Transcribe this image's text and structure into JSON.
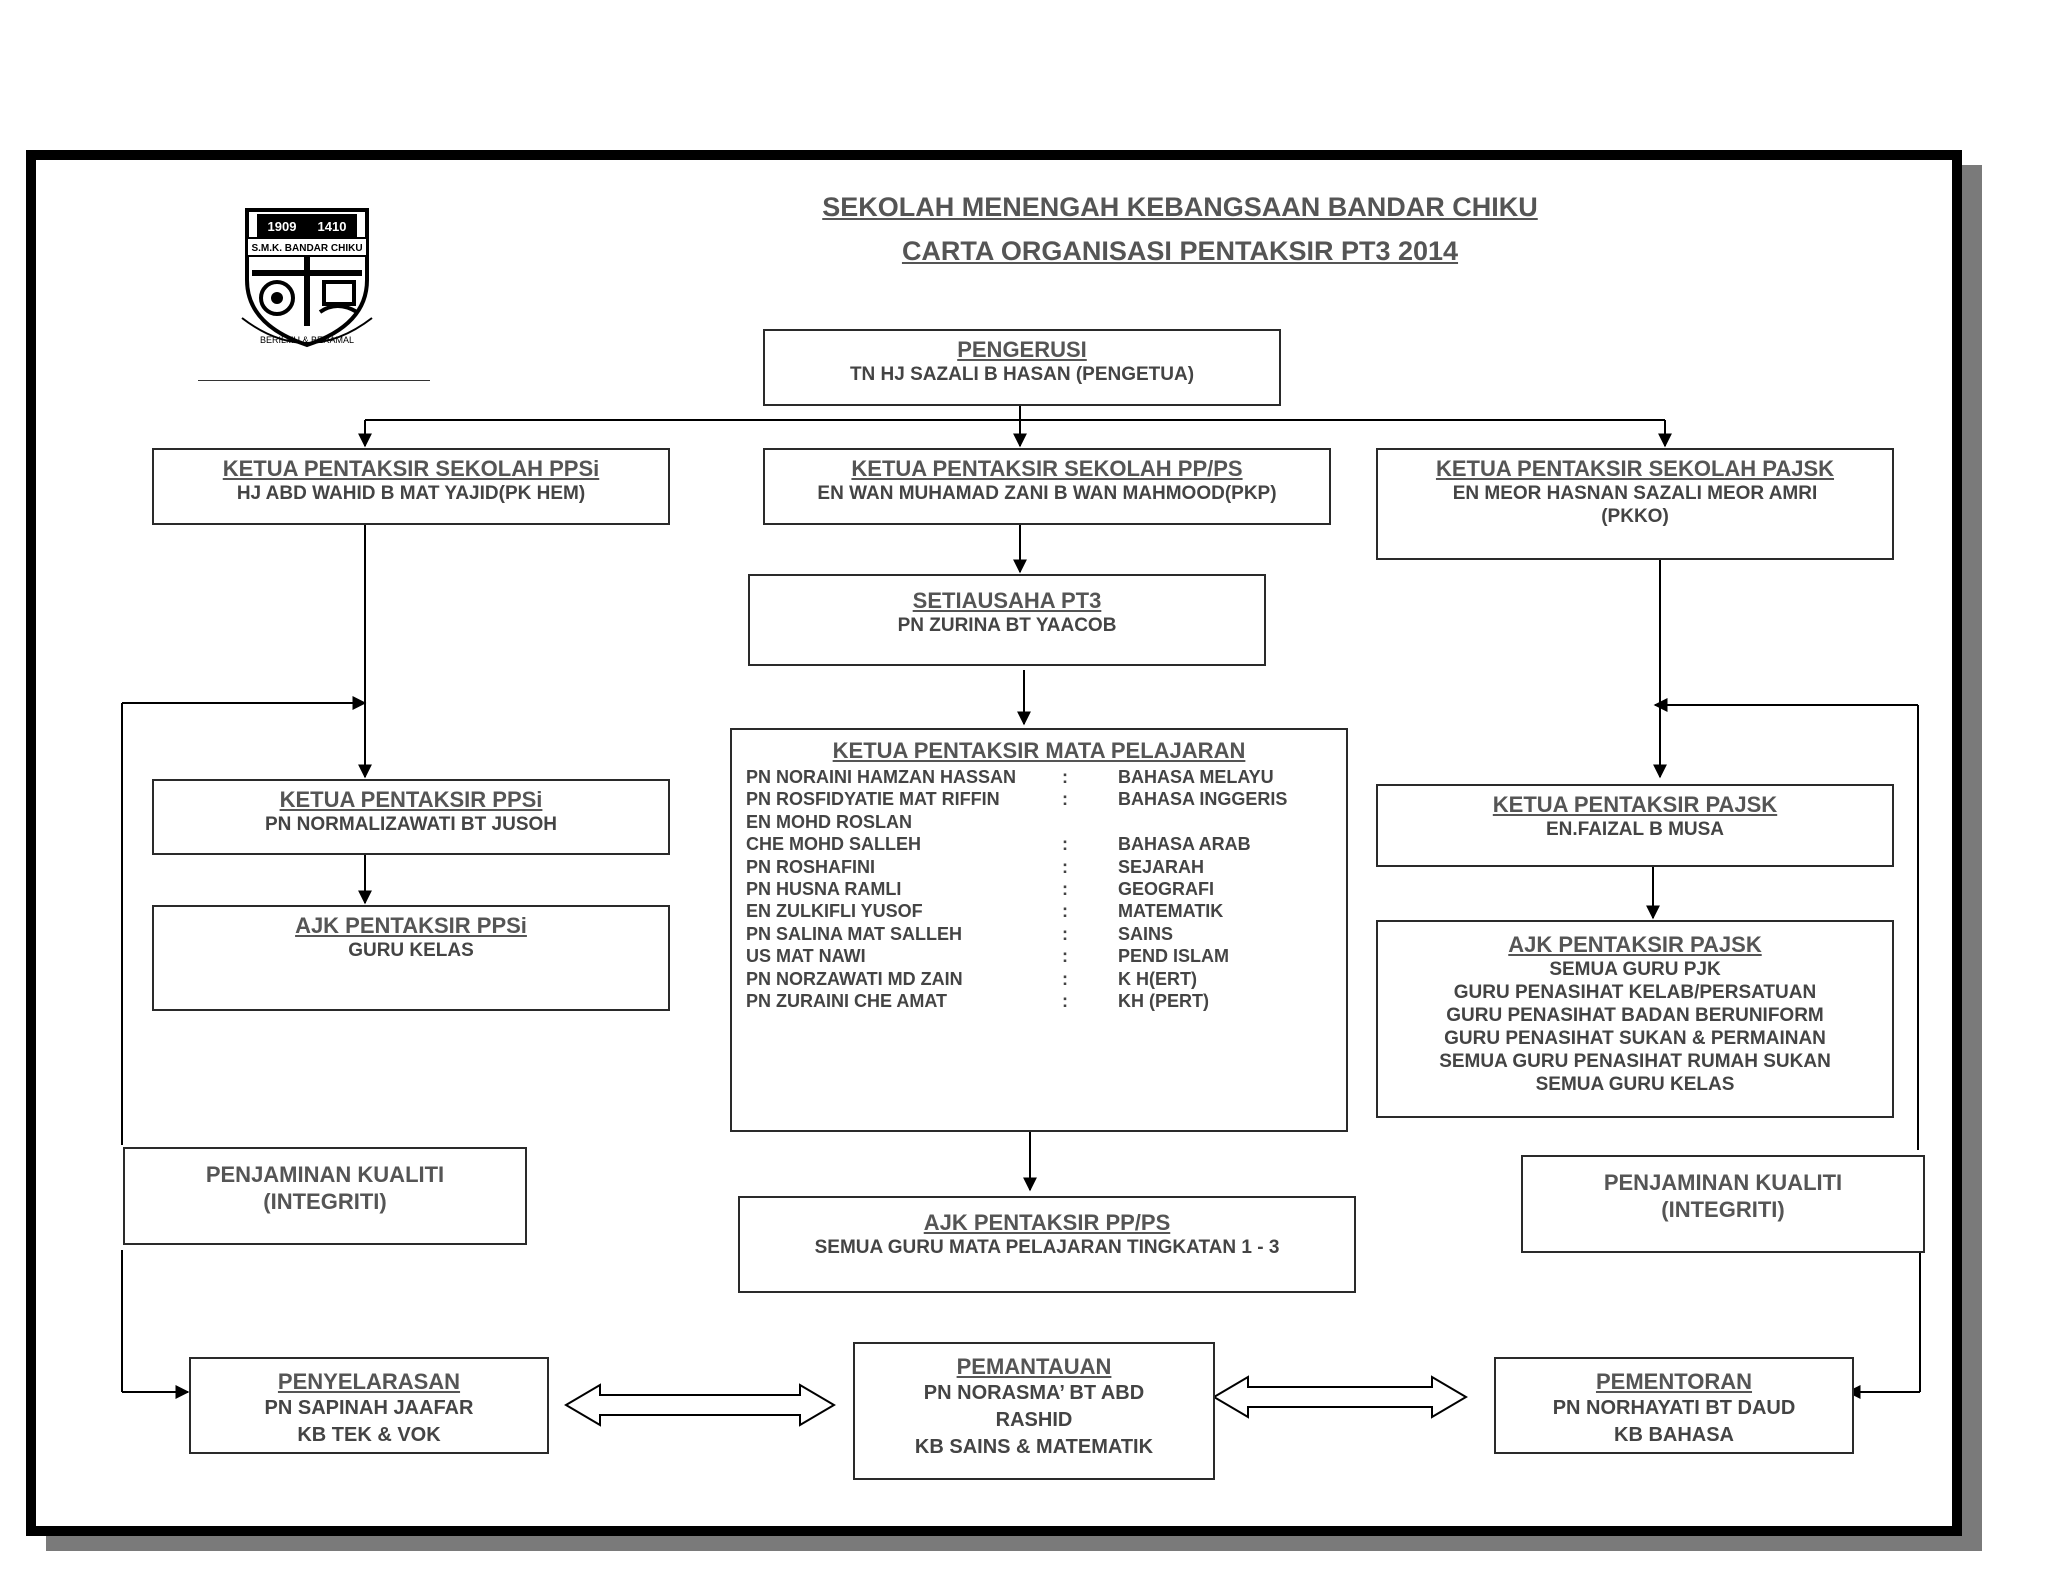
{
  "header": {
    "school": "SEKOLAH MENENGAH KEBANGSAAN BANDAR CHIKU",
    "chart_title": "CARTA ORGANISASI PENTAKSIR PT3  2014"
  },
  "logo": {
    "years": [
      "1909",
      "1410"
    ],
    "name": "S.M.K. BANDAR CHIKU",
    "motto": "BERILMU & BERAMAL",
    "icon": "school-crest"
  },
  "nodes": {
    "pengerusi": {
      "title": "PENGERUSI",
      "lines": [
        "TN HJ SAZALI B HASAN (PENGETUA)"
      ]
    },
    "ketua_ppsi_sekolah": {
      "title": "KETUA PENTAKSIR SEKOLAH PPSi",
      "lines": [
        "HJ ABD WAHID B MAT YAJID(PK HEM)"
      ]
    },
    "ketua_ppps_sekolah": {
      "title": "KETUA PENTAKSIR SEKOLAH PP/PS",
      "lines": [
        "EN WAN MUHAMAD ZANI  B WAN MAHMOOD(PKP)"
      ]
    },
    "ketua_pajsk_sekolah": {
      "title": "KETUA PENTAKSIR SEKOLAH PAJSK",
      "lines": [
        "EN MEOR HASNAN SAZALI MEOR AMRI",
        "(PKKO)"
      ]
    },
    "setiausaha": {
      "title": "SETIAUSAHA PT3",
      "lines": [
        "PN ZURINA BT YAACOB"
      ]
    },
    "ketua_mata_pelajaran": {
      "title": "KETUA PENTAKSIR MATA PELAJARAN",
      "rows": [
        {
          "name": "PN NORAINI HAMZAN HASSAN",
          "sep": ":",
          "subject": "BAHASA MELAYU"
        },
        {
          "name": "PN ROSFIDYATIE MAT RIFFIN",
          "sep": ":",
          "subject": "BAHASA INGGERIS"
        },
        {
          "name": "EN MOHD ROSLAN",
          "sep": "",
          "subject": ""
        },
        {
          "name": "CHE MOHD SALLEH",
          "sep": ":",
          "subject": "BAHASA ARAB"
        },
        {
          "name": "PN ROSHAFINI",
          "sep": ":",
          "subject": "SEJARAH"
        },
        {
          "name": "PN HUSNA RAMLI",
          "sep": ":",
          "subject": "GEOGRAFI"
        },
        {
          "name": "EN ZULKIFLI YUSOF",
          "sep": ":",
          "subject": "MATEMATIK"
        },
        {
          "name": "PN SALINA MAT SALLEH",
          "sep": ":",
          "subject": "SAINS"
        },
        {
          "name": "US MAT NAWI",
          "sep": ":",
          "subject": "PEND ISLAM"
        },
        {
          "name": "PN NORZAWATI MD ZAIN",
          "sep": ":",
          "subject": "K H(ERT)"
        },
        {
          "name": "PN ZURAINI CHE AMAT",
          "sep": ":",
          "subject": "KH (PERT)"
        }
      ]
    },
    "ketua_ppsi": {
      "title": "KETUA PENTAKSIR PPSi",
      "lines": [
        "PN NORMALIZAWATI BT JUSOH"
      ]
    },
    "ajk_ppsi": {
      "title": "AJK PENTAKSIR PPSi",
      "lines": [
        "GURU KELAS"
      ]
    },
    "ketua_pajsk": {
      "title": "KETUA PENTAKSIR PAJSK",
      "lines": [
        "EN.FAIZAL B MUSA"
      ]
    },
    "ajk_pajsk": {
      "title": "AJK PENTAKSIR PAJSK",
      "lines": [
        "SEMUA GURU PJK",
        "GURU PENASIHAT KELAB/PERSATUAN",
        "GURU PENASIHAT BADAN BERUNIFORM",
        "GURU PENASIHAT SUKAN & PERMAINAN",
        "SEMUA GURU PENASIHAT RUMAH SUKAN",
        "SEMUA GURU KELAS"
      ]
    },
    "ajk_ppps": {
      "title": "AJK  PENTAKSIR PP/PS",
      "lines": [
        "SEMUA GURU MATA PELAJARAN TINGKATAN 1 - 3"
      ]
    },
    "penjaminan_kiri": {
      "lines": [
        "PENJAMINAN KUALITI",
        "(INTEGRITI)"
      ]
    },
    "penjaminan_kanan": {
      "lines": [
        "PENJAMINAN KUALITI",
        "(INTEGRITI)"
      ]
    },
    "penyelarasan": {
      "title": "PENYELARASAN",
      "lines": [
        "PN SAPINAH JAAFAR",
        "KB TEK & VOK"
      ]
    },
    "pemantauan": {
      "title": "PEMANTAUAN",
      "lines": [
        "PN NORASMA’ BT ABD",
        "RASHID",
        "KB SAINS & MATEMATIK"
      ]
    },
    "pementoran": {
      "title": "PEMENTORAN",
      "lines": [
        "PN NORHAYATI BT DAUD",
        "KB BAHASA"
      ]
    }
  }
}
